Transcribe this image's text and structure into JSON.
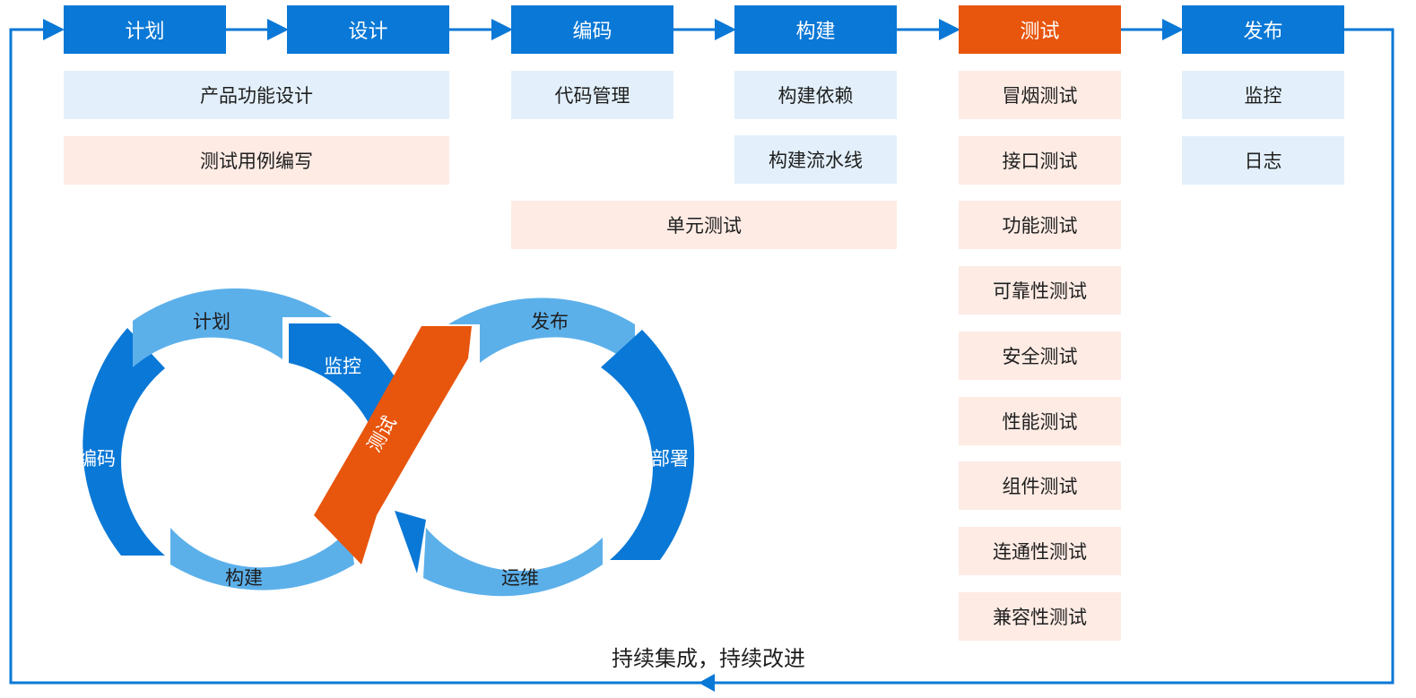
{
  "stages": [
    "计划",
    "设计",
    "编码",
    "构建",
    "测试",
    "发布"
  ],
  "active_stage": "测试",
  "boxes": {
    "product_design": "产品功能设计",
    "test_cases": "测试用例编写",
    "code_management": "代码管理",
    "build_deps": "构建依赖",
    "build_pipeline": "构建流水线",
    "unit_test": "单元测试",
    "release": [
      "监控",
      "日志"
    ]
  },
  "tests": [
    "冒烟测试",
    "接口测试",
    "功能测试",
    "可靠性测试",
    "安全测试",
    "性能测试",
    "组件测试",
    "连通性测试",
    "兼容性测试"
  ],
  "loop": {
    "plan": "计划",
    "monitor": "监控",
    "code": "编码",
    "build": "构建",
    "test": "测试",
    "release": "发布",
    "deploy": "部署",
    "ops": "运维"
  },
  "footer": "持续集成，持续改进",
  "colors": {
    "primary": "#0a78d6",
    "light_blue": "#5cb0ea",
    "accent": "#e8550c",
    "box_blue": "#e3f0fb",
    "box_peach": "#fdebe4"
  }
}
